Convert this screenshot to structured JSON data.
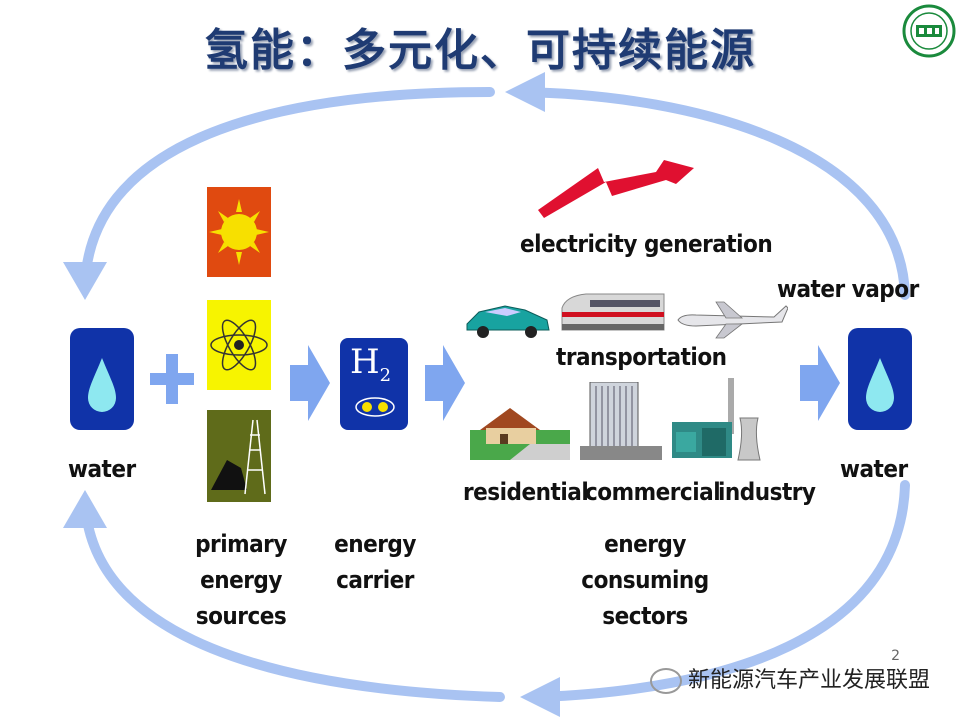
{
  "title": "氢能：多元化、可持续能源",
  "labels": {
    "water_left": "water",
    "water_right": "water",
    "water_vapor": "water vapor",
    "electricity_generation": "electricity generation",
    "transportation": "transportation",
    "residential": "residential",
    "commercial": "commercial",
    "industry": "industry",
    "primary_sources": [
      "primary",
      "energy",
      "sources"
    ],
    "energy_carrier": [
      "energy",
      "carrier"
    ],
    "consuming_sectors": [
      "energy",
      "consuming",
      "sectors"
    ],
    "h2": "H",
    "h2_sub": "2"
  },
  "watermark": "新能源汽车产业发展联盟",
  "page_number": "2",
  "colors": {
    "title": "#1f3b73",
    "cycle_arrow": "#a9c3f2",
    "flow_arrow": "#7fa6ef",
    "drop_box": "#1033a8",
    "drop": "#8ee8f0",
    "sun_bg": "#e04a10",
    "sun": "#f7e000",
    "atom_bg": "#f7f400",
    "coal_bg": "#5f6b1a"
  },
  "icons": [
    "water-drop-icon",
    "plus-icon",
    "sun-icon",
    "atom-icon",
    "coal-oil-rig-icon",
    "h2-icon",
    "lightning-icon",
    "car-icon",
    "train-icon",
    "airplane-icon",
    "house-icon",
    "office-building-icon",
    "factory-icon",
    "logo-icon"
  ]
}
